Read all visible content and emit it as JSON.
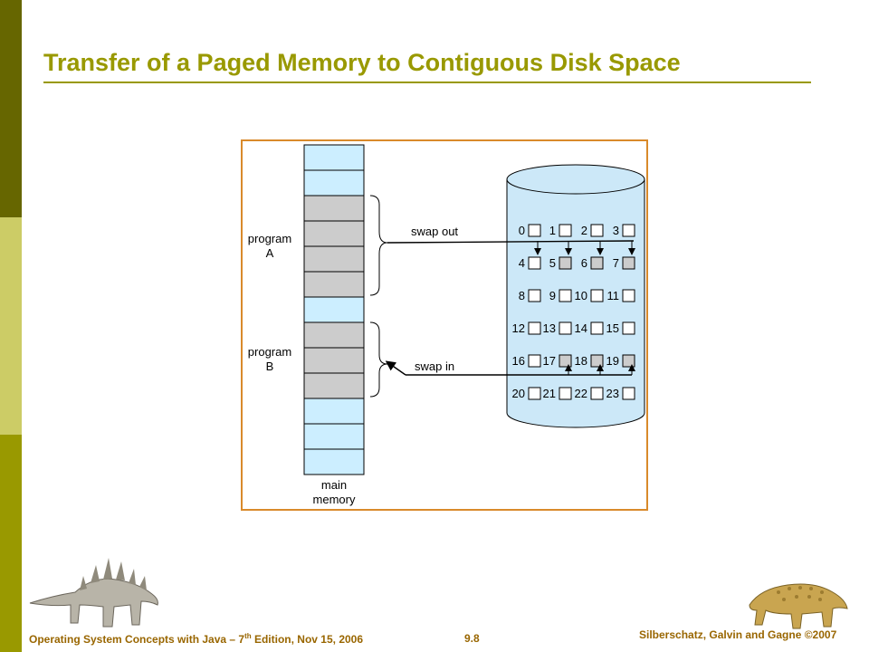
{
  "slide": {
    "title": "Transfer of a Paged Memory to Contiguous Disk Space"
  },
  "diagram": {
    "program_a_label": [
      "program",
      "A"
    ],
    "program_b_label": [
      "program",
      "B"
    ],
    "swap_out_label": "swap out",
    "swap_in_label": "swap in",
    "main_memory_label": [
      "main",
      "memory"
    ],
    "disk_blocks": [
      [
        "0",
        "1",
        "2",
        "3"
      ],
      [
        "4",
        "5",
        "6",
        "7"
      ],
      [
        "8",
        "9",
        "10",
        "11"
      ],
      [
        "12",
        "13",
        "14",
        "15"
      ],
      [
        "16",
        "17",
        "18",
        "19"
      ],
      [
        "20",
        "21",
        "22",
        "23"
      ]
    ],
    "memory_frames": [
      "free",
      "free",
      "A",
      "A",
      "A",
      "A",
      "free",
      "B",
      "B",
      "B",
      "free",
      "free",
      "free"
    ],
    "colors": {
      "free_frame": "#cceeff",
      "used_frame": "#cccccc",
      "disk": "#cce8f8",
      "figure_border": "#d98a2b"
    }
  },
  "footer": {
    "left_prefix": "Operating System Concepts  with Java – 7",
    "left_sup": "th",
    "left_suffix": " Edition, Nov 15, 2006",
    "page": "9.8",
    "right": "Silberschatz, Galvin and Gagne ©2007"
  }
}
